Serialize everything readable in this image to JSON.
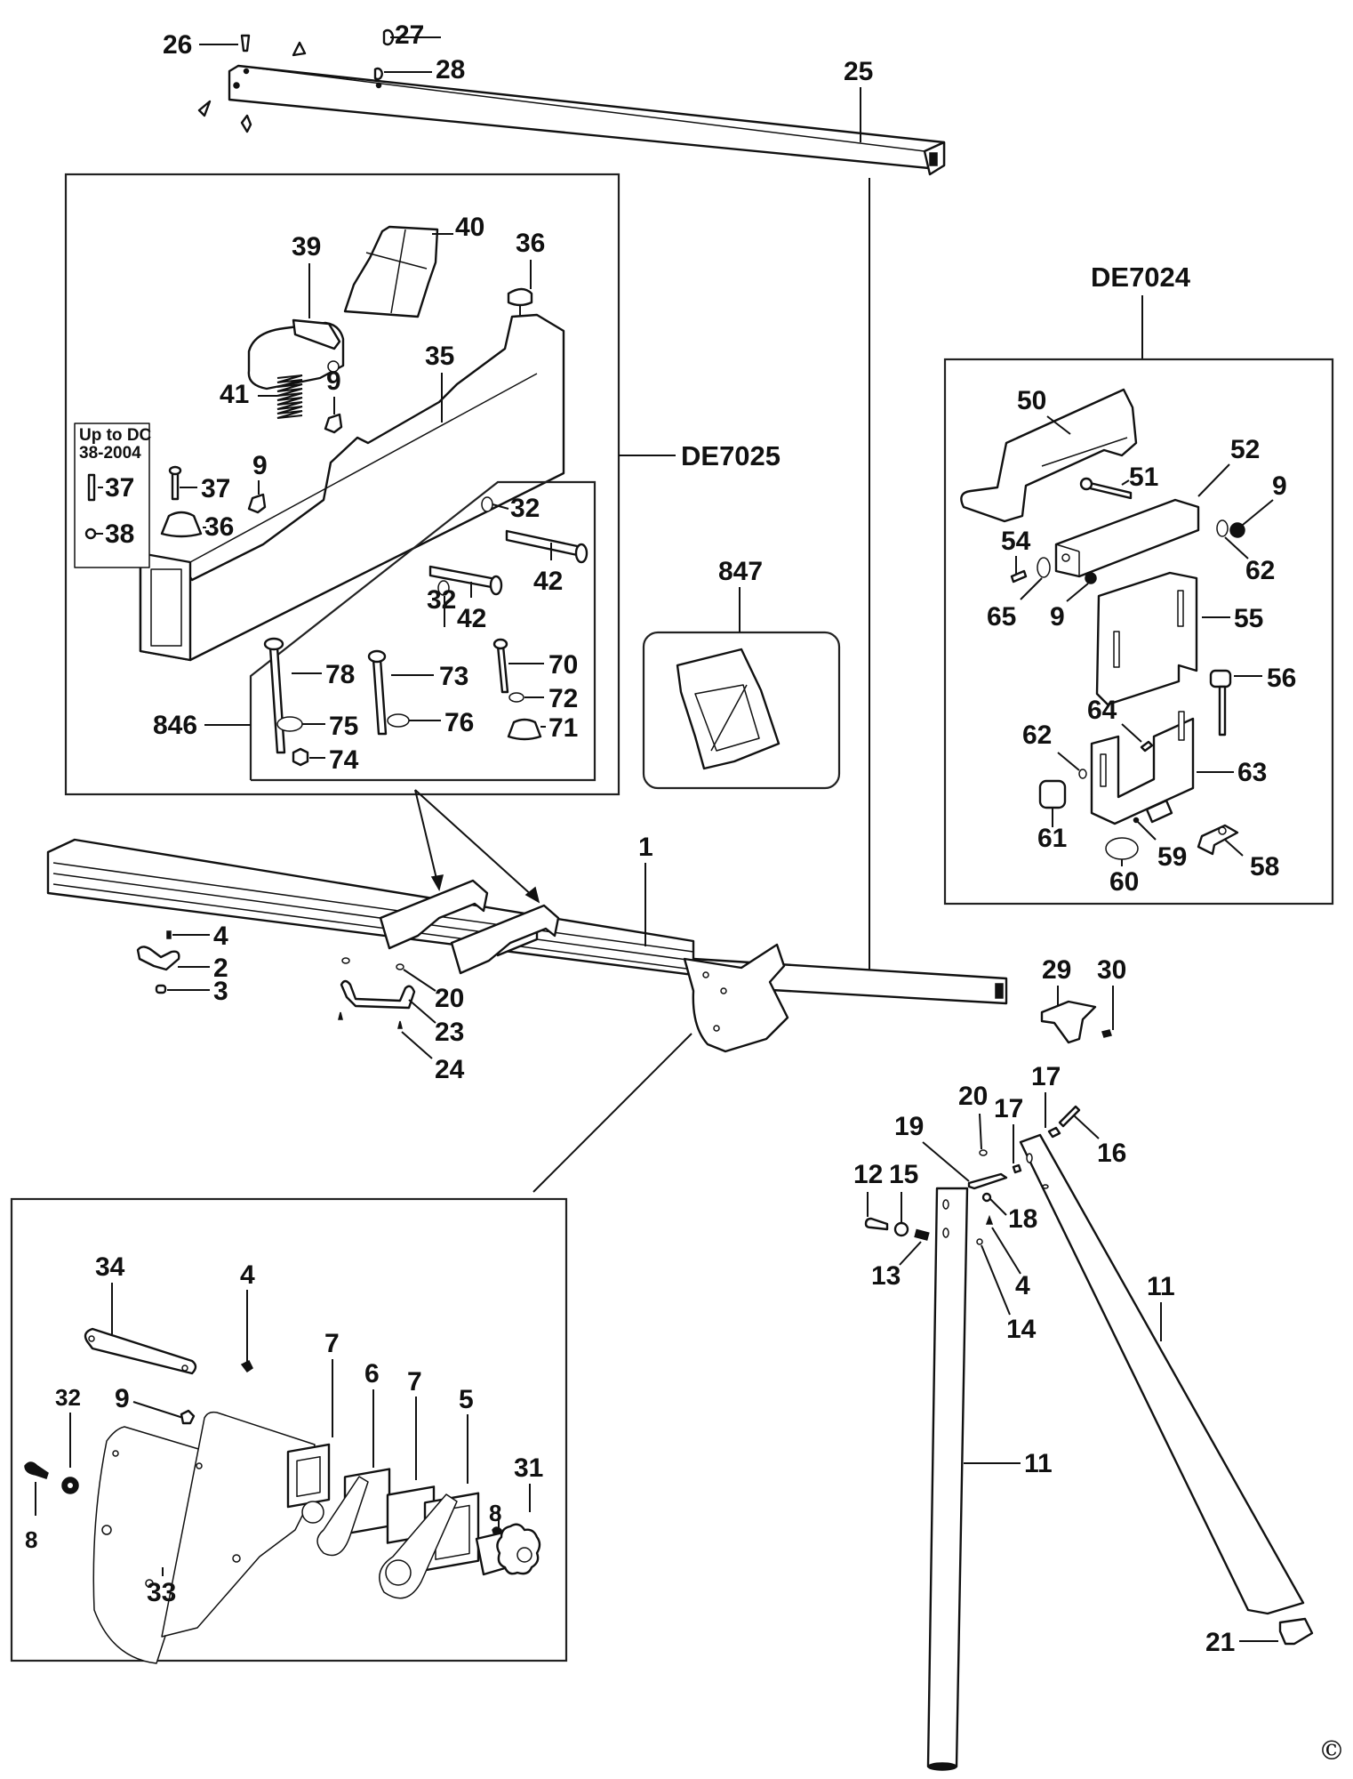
{
  "diagram": {
    "type": "exploded parts diagram",
    "subject": "Mitre saw stand assembly",
    "copyright_mark": "©",
    "kits": [
      {
        "id": "DE7025",
        "label": "DE7025",
        "description": "Work support / clamp assembly inset"
      },
      {
        "id": "DE7024",
        "label": "DE7024",
        "description": "Material support / stop assembly inset"
      },
      {
        "id": "846",
        "label": "846",
        "description": "Fastener kit box"
      },
      {
        "id": "847",
        "label": "847",
        "description": "Hardware bag"
      }
    ],
    "note": {
      "line1": "Up to DC",
      "line2": "38-2004"
    },
    "labels": {
      "p1": "1",
      "p2": "2",
      "p3": "3",
      "p4": "4",
      "p4b": "4",
      "p4c": "4",
      "p5": "5",
      "p6": "6",
      "p7a": "7",
      "p7b": "7",
      "p8a": "8",
      "p8b": "8",
      "p9a": "9",
      "p9b": "9",
      "p9c": "9",
      "p9d": "9",
      "p9e": "9",
      "p11a": "11",
      "p11b": "11",
      "p12": "12",
      "p13": "13",
      "p14": "14",
      "p15": "15",
      "p16": "16",
      "p17a": "17",
      "p17b": "17",
      "p18": "18",
      "p19": "19",
      "p20a": "20",
      "p20b": "20",
      "p21": "21",
      "p23": "23",
      "p24": "24",
      "p25": "25",
      "p26": "26",
      "p27": "27",
      "p28": "28",
      "p29": "29",
      "p30": "30",
      "p31": "31",
      "p32a": "32",
      "p32b": "32",
      "p32c": "32",
      "p33": "33",
      "p34": "34",
      "p35": "35",
      "p36a": "36",
      "p36b": "36",
      "p37a": "37",
      "p37b": "37",
      "p38": "38",
      "p39": "39",
      "p40": "40",
      "p41": "41",
      "p42a": "42",
      "p42b": "42",
      "p50": "50",
      "p51": "51",
      "p52": "52",
      "p54": "54",
      "p55": "55",
      "p56": "56",
      "p58": "58",
      "p59": "59",
      "p60": "60",
      "p61": "61",
      "p62a": "62",
      "p62b": "62",
      "p63": "63",
      "p64": "64",
      "p65": "65",
      "p70": "70",
      "p71": "71",
      "p72": "72",
      "p73": "73",
      "p74": "74",
      "p75": "75",
      "p76": "76",
      "p78": "78"
    }
  }
}
